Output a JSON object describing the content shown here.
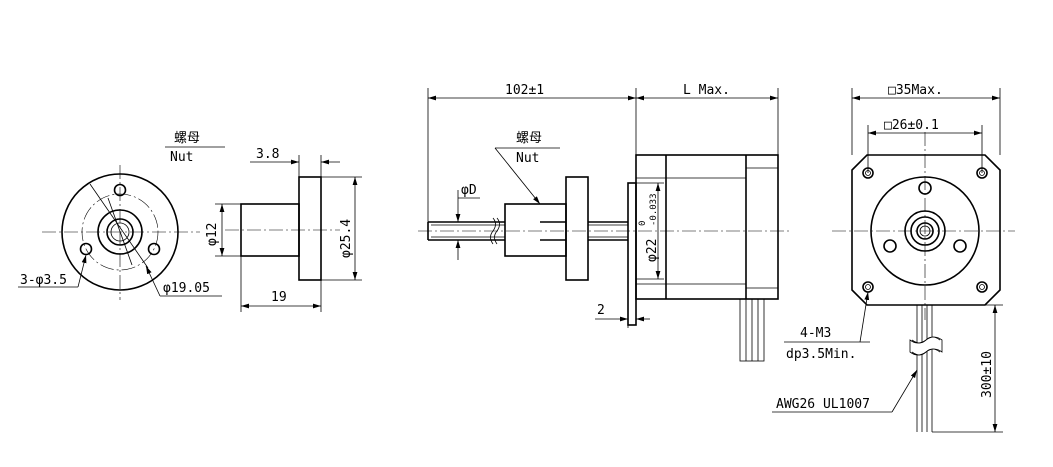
{
  "nut_label_cn": "螺母",
  "nut_label_en": "Nut",
  "nut_front": {
    "hole_note": "3-φ3.5",
    "pcd_note": "φ19.05"
  },
  "nut_side": {
    "flange_thickness": "3.8",
    "body_dia": "φ12",
    "flange_dia": "φ25.4",
    "length": "19"
  },
  "motor_side": {
    "screw_length": "102±1",
    "body_length": "L Max.",
    "screw_dia": "φD",
    "pilot_dia": "φ22",
    "pilot_tol_upper": "0",
    "pilot_tol_lower": "-0.033",
    "pilot_height": "2"
  },
  "motor_front": {
    "frame_size": "□35Max.",
    "hole_spacing": "□26±0.1",
    "screw_note": "4-M3",
    "depth_note": "dp3.5Min.",
    "wire_spec": "AWG26 UL1007",
    "wire_length": "300±10"
  }
}
